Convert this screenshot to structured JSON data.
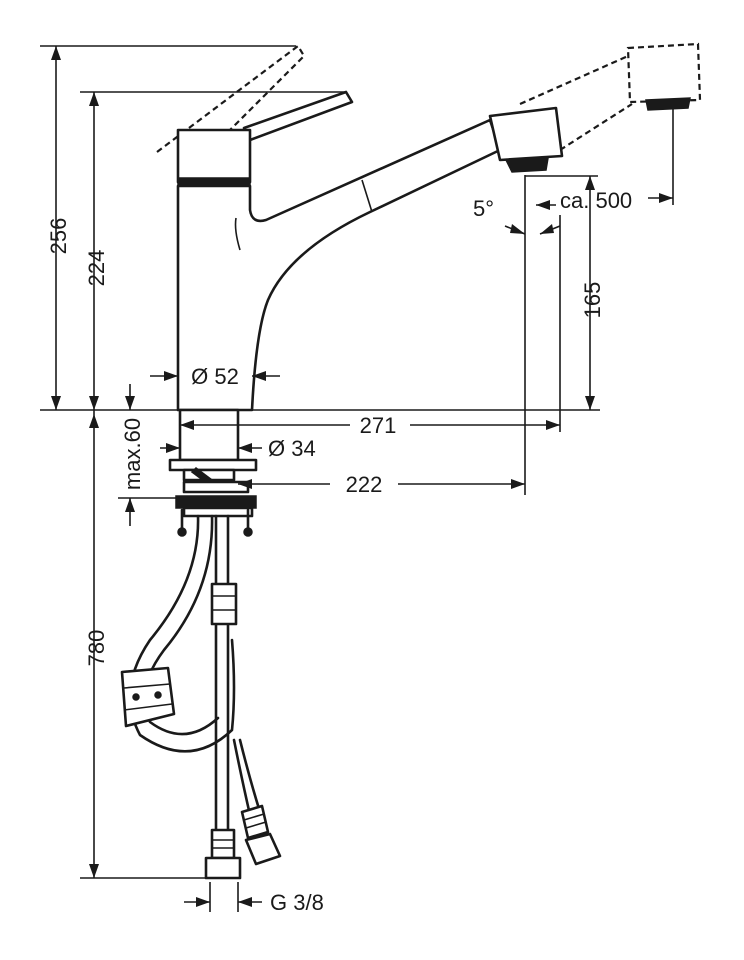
{
  "dimensions": {
    "total_height": "256",
    "spout_height": "224",
    "base_diameter": "Ø 52",
    "spout_reach": "271",
    "shank_diameter": "Ø 34",
    "deck_thickness": "max.60",
    "mounting_reach": "222",
    "aerator_height": "165",
    "swivel_angle": "5°",
    "pullout_length": "ca. 500",
    "hose_length": "780",
    "connection_thread": "G 3/8"
  }
}
